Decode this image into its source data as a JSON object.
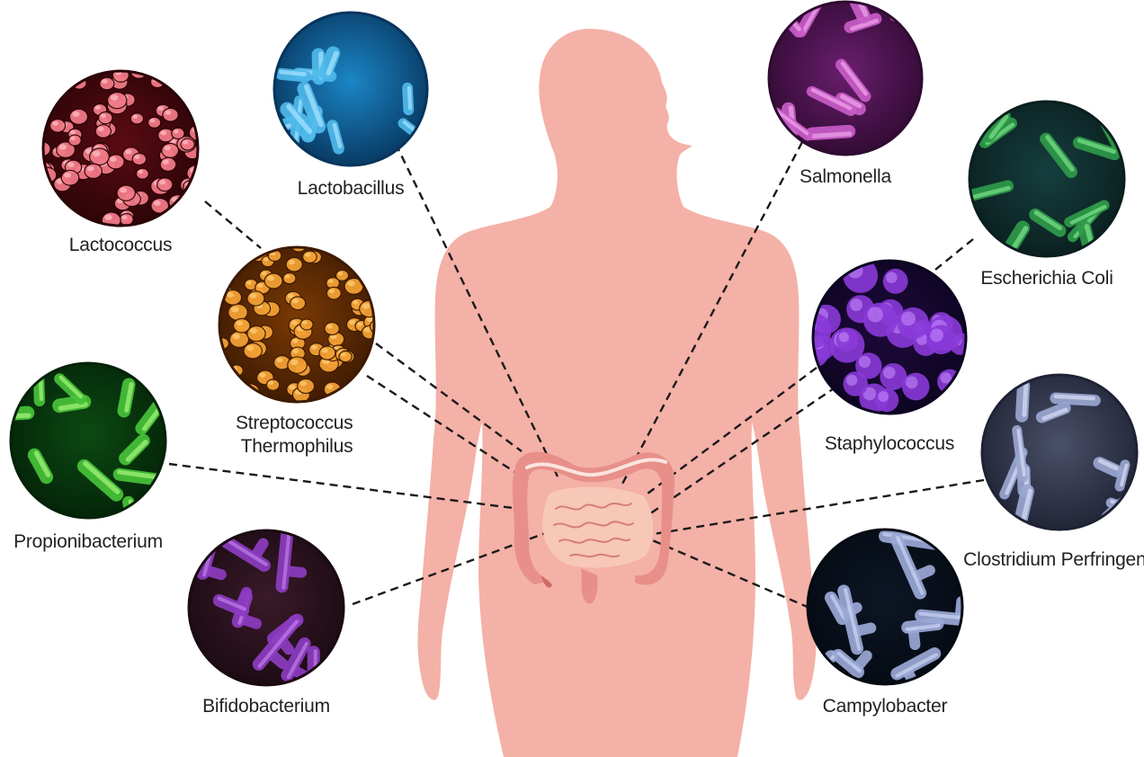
{
  "colors": {
    "background": "#ffffff",
    "body": "#f4b1a7",
    "intestine_outer": "#e88f8a",
    "intestine_inner": "#f7c7b8",
    "leader_line": "#1a1a1a",
    "label_text": "#222222"
  },
  "bacteria": [
    {
      "id": "lactococcus",
      "label": [
        "Lactococcus"
      ],
      "theme": {
        "bg": "#5a0b12",
        "rim": "#2a0407",
        "cell": "#f07a86",
        "cell_light": "#ffc2c8"
      },
      "shape": "cocci-chain"
    },
    {
      "id": "lactobacillus",
      "label": [
        "Lactobacillus"
      ],
      "theme": {
        "bg": "#1b86c6",
        "rim": "#07345c",
        "cell": "#4fb8ea",
        "cell_light": "#a9e4ff"
      },
      "shape": "rods"
    },
    {
      "id": "streptococcus-thermophilus",
      "label": [
        "Streptococcus",
        "Thermophilus"
      ],
      "theme": {
        "bg": "#7a3a05",
        "rim": "#3d1a02",
        "cell": "#f2a034",
        "cell_light": "#ffd07a"
      },
      "shape": "cocci-chain"
    },
    {
      "id": "propionibacterium",
      "label": [
        "Propionibacterium"
      ],
      "theme": {
        "bg": "#0b4a12",
        "rim": "#042208",
        "cell": "#48c23a",
        "cell_light": "#a8f57c"
      },
      "shape": "rods"
    },
    {
      "id": "bifidobacterium",
      "label": [
        "Bifidobacterium"
      ],
      "theme": {
        "bg": "#3a1a2a",
        "rim": "#1a0a12",
        "cell": "#8c3cc0",
        "cell_light": "#c98af0"
      },
      "shape": "branched"
    },
    {
      "id": "salmonella",
      "label": [
        "Salmonella"
      ],
      "theme": {
        "bg": "#6a1e6e",
        "rim": "#2e0a30",
        "cell": "#c85cc8",
        "cell_light": "#f2a6ec"
      },
      "shape": "rods"
    },
    {
      "id": "escherichia-coli",
      "label": [
        "Escherichia Coli"
      ],
      "theme": {
        "bg": "#163e3e",
        "rim": "#0a1e1e",
        "cell": "#2e9a4a",
        "cell_light": "#7fe28a"
      },
      "shape": "rods"
    },
    {
      "id": "staphylococcus",
      "label": [
        "Staphylococcus"
      ],
      "theme": {
        "bg": "#1e0a3a",
        "rim": "#0c0420",
        "cell": "#8a3ad8",
        "cell_light": "#c890ff"
      },
      "shape": "cocci-cluster"
    },
    {
      "id": "clostridium-perfringens",
      "label": [
        "Clostridium Perfringens"
      ],
      "theme": {
        "bg": "#4a5068",
        "rim": "#1e2234",
        "cell": "#9aa6d0",
        "cell_light": "#d8def5"
      },
      "shape": "rods"
    },
    {
      "id": "campylobacter",
      "label": [
        "Campylobacter"
      ],
      "theme": {
        "bg": "#0c1624",
        "rim": "#050a12",
        "cell": "#9aa8d6",
        "cell_light": "#d6defa"
      },
      "shape": "branched"
    }
  ]
}
